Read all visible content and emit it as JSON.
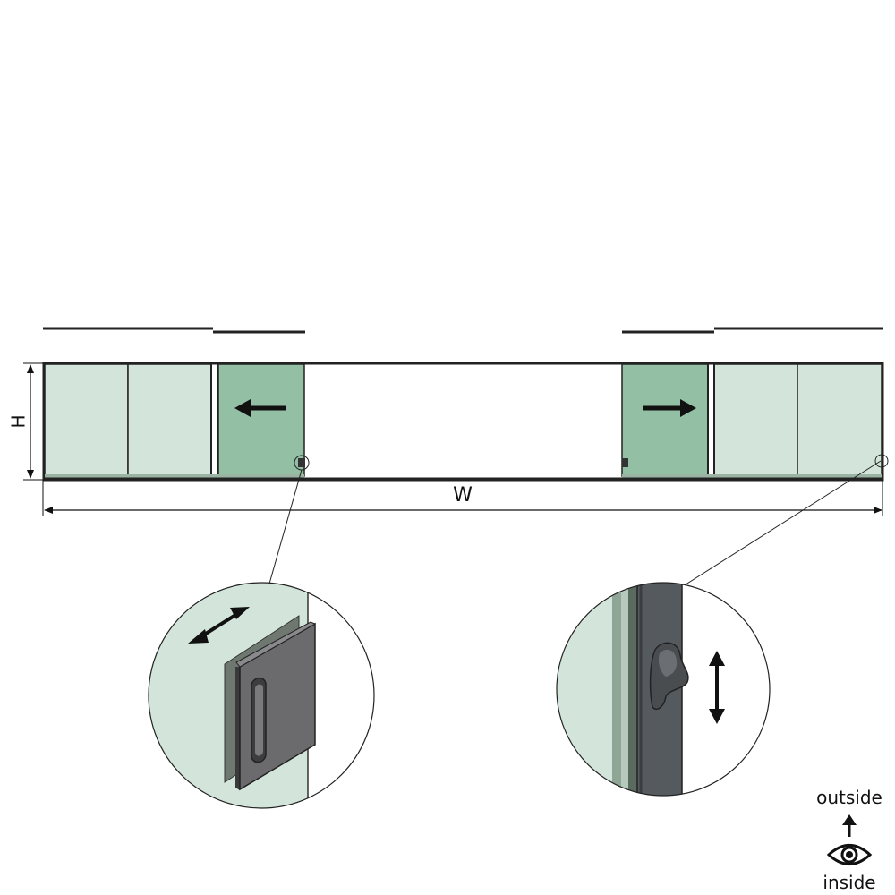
{
  "dimensions": {
    "height_label": "H",
    "width_label": "W"
  },
  "orientation": {
    "outside_label": "outside",
    "inside_label": "inside"
  },
  "panels": {
    "fixed_color": "#d3e5da",
    "sliding_color": "#93c0a4"
  },
  "icons": {
    "left_arrow": "arrow-left-icon",
    "right_arrow": "arrow-right-icon",
    "double_arrow_diag": "double-arrow-diagonal-icon",
    "double_arrow_vert": "double-arrow-vertical-icon",
    "eye": "eye-icon"
  }
}
